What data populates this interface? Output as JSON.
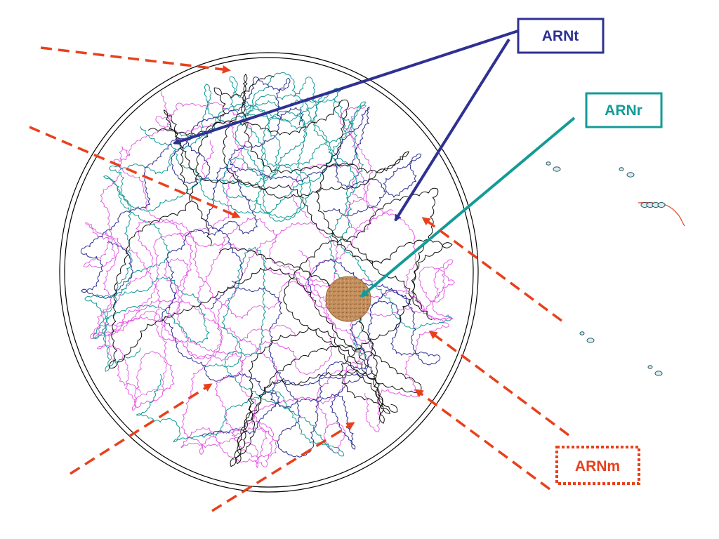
{
  "labels": {
    "trna": "ARNt",
    "rrna": "ARNr",
    "mrna": "ARNm"
  },
  "colors": {
    "trna": "#2e3192",
    "rrna": "#139b97",
    "mrna": "#e8401c",
    "strand_magenta": "#e055e0",
    "strand_teal": "#139b97",
    "strand_navy": "#2e3192",
    "strand_black": "#111111",
    "ribosome_fill": "#c4905e",
    "small_subunit": "#d7ecef"
  }
}
